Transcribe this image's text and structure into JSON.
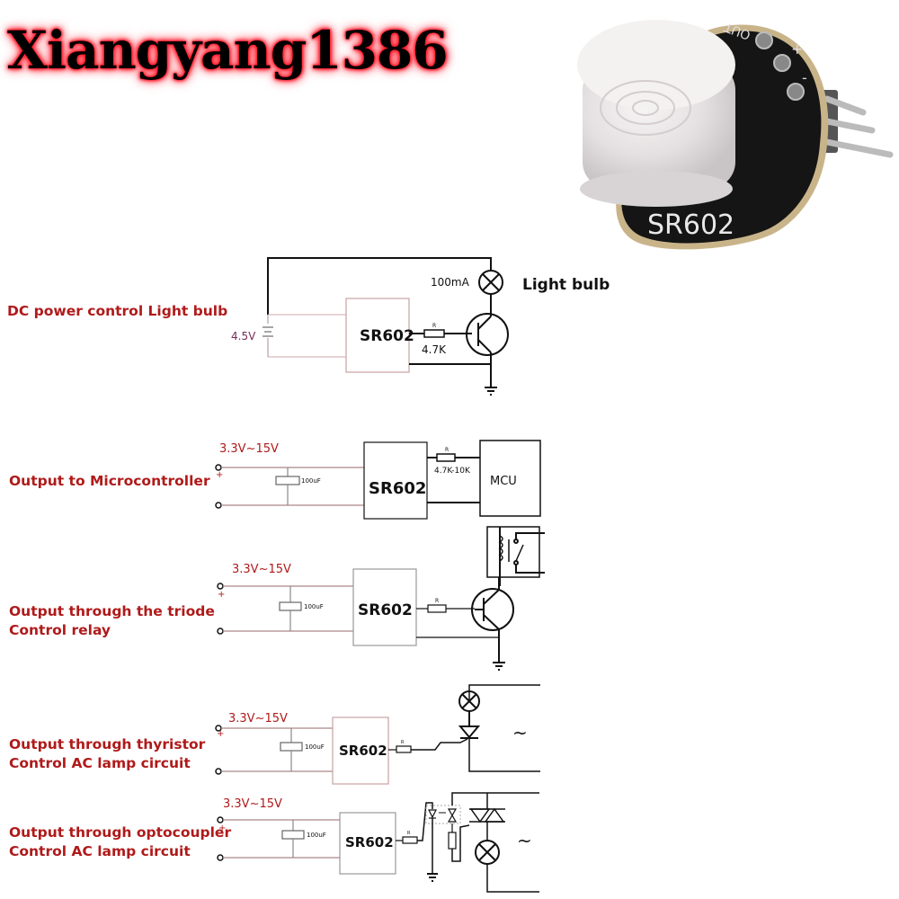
{
  "header": {
    "watermark": "Xiangyang1386"
  },
  "product": {
    "name": "SR602",
    "pin_labels": [
      "OUT",
      "+",
      "-"
    ]
  },
  "circuits": [
    {
      "title_lines": [
        "DC power control Light bulb"
      ],
      "supply": "4.5V",
      "module": "SR602",
      "resistor_label": "R",
      "resistor_value": "4.7K",
      "load_rating": "100mA",
      "load_label": "Light bulb"
    },
    {
      "title_lines": [
        "Output to Microcontroller"
      ],
      "supply": "3.3V~15V",
      "capacitor": "100uF",
      "module": "SR602",
      "resistor_label": "R",
      "resistor_value": "4.7K-10K",
      "target": "MCU"
    },
    {
      "title_lines": [
        "Output through the triode",
        "Control relay"
      ],
      "supply": "3.3V~15V",
      "capacitor": "100uF",
      "module": "SR602",
      "resistor_label": "R"
    },
    {
      "title_lines": [
        "Output through thyristor",
        "Control AC lamp circuit"
      ],
      "supply": "3.3V~15V",
      "capacitor": "100uF",
      "module": "SR602",
      "resistor_label": "R",
      "ac_symbol": "~"
    },
    {
      "title_lines": [
        "Output through optocoupler",
        "Control AC lamp circuit"
      ],
      "supply": "3.3V~15V",
      "capacitor": "100uF",
      "module": "SR602",
      "resistor_label": "R",
      "ac_symbol": "~"
    }
  ]
}
